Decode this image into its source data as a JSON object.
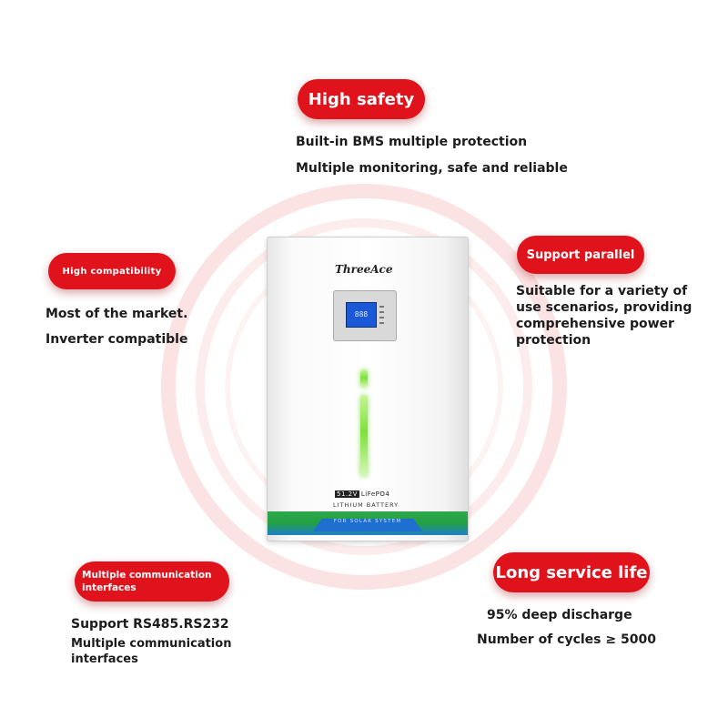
{
  "features": {
    "high_safety": {
      "title": "High safety",
      "lines": [
        "Built-in BMS multiple protection",
        "Multiple monitoring, safe and reliable"
      ]
    },
    "high_compatibility": {
      "title": "High compatibility",
      "lines": [
        "Most of the market.",
        "Inverter compatible"
      ]
    },
    "support_parallel": {
      "title": "Support parallel",
      "lines": [
        "Suitable for a variety of",
        "use scenarios, providing",
        "comprehensive power",
        "protection"
      ]
    },
    "multiple_communication": {
      "title": "Multiple communication interfaces",
      "lines": [
        "Support RS485.RS232",
        "Multiple communication",
        "interfaces"
      ]
    },
    "long_service_life": {
      "title": "Long service life",
      "lines": [
        "95% deep discharge",
        "Number of cycles ≥ 5000"
      ]
    }
  },
  "device": {
    "brand": "ThreeAce",
    "voltage": "51.2V",
    "chemistry": "LiFePO4",
    "product": "LITHIUM BATTERY",
    "band_text": "FOR SOLAR SYSTEM",
    "lcd_value": "888"
  },
  "colors": {
    "accent": "#e0121b",
    "band_green": "#22a044",
    "band_blue": "#1f6fd0",
    "lcd": "#1a58d6"
  }
}
